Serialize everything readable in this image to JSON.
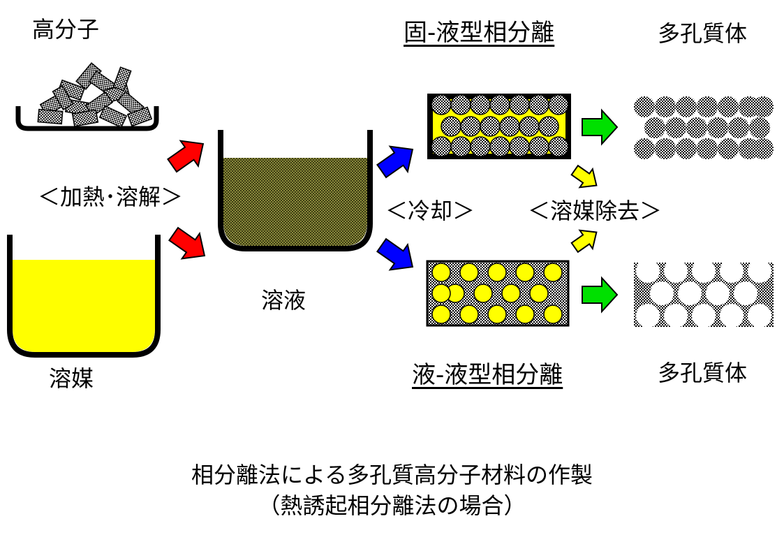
{
  "labels": {
    "polymer": "高分子",
    "solvent": "溶媒",
    "heat_dissolve": "＜加熱･溶解＞",
    "solution": "溶液",
    "cooling": "＜冷却＞",
    "solvent_removal": "＜溶媒除去＞",
    "sl_phase_sep": "固-液型相分離",
    "ll_phase_sep": "液-液型相分離",
    "porous_top": "多孔質体",
    "porous_bottom": "多孔質体"
  },
  "caption": {
    "line1": "相分離法による多孔質高分子材料の作製",
    "line2": "（熱誘起相分離法の場合）"
  },
  "colors": {
    "solvent_yellow": "#ffff00",
    "solution_olive": "#6b6b2a",
    "red_arrow": "#ff0000",
    "blue_arrow": "#0000ff",
    "green_arrow": "#00e000",
    "yellow_arrow": "#ffff00",
    "container_black": "#000000"
  }
}
